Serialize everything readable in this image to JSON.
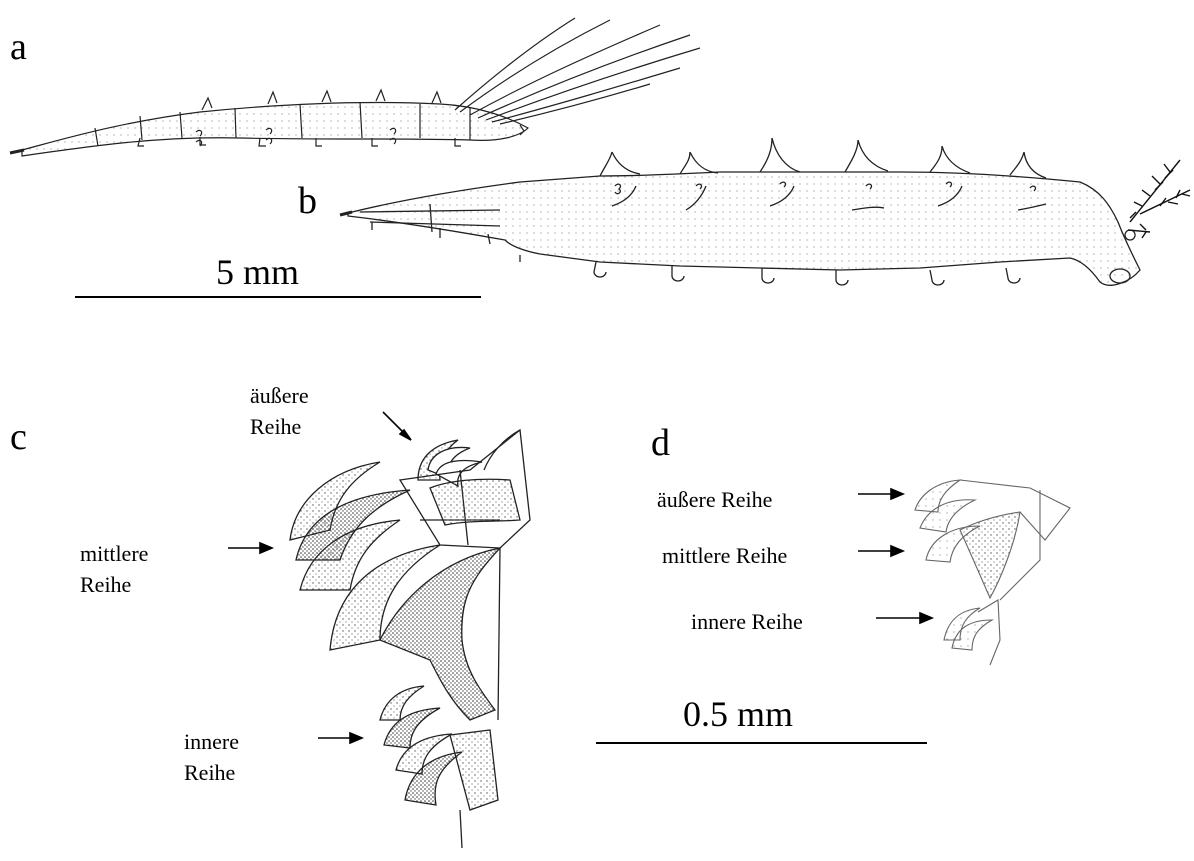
{
  "panels": {
    "a": "a",
    "b": "b",
    "c": "c",
    "d": "d"
  },
  "scale_bars": {
    "large": "5 mm",
    "small": "0.5 mm"
  },
  "panel_c": {
    "outer_row_line1": "äußere",
    "outer_row_line2": "Reihe",
    "middle_row_line1": "mittlere",
    "middle_row_line2": "Reihe",
    "inner_row_line1": "innere",
    "inner_row_line2": "Reihe"
  },
  "panel_d": {
    "outer_row": "äußere Reihe",
    "middle_row": "mittlere Reihe",
    "inner_row": "innere Reihe"
  }
}
